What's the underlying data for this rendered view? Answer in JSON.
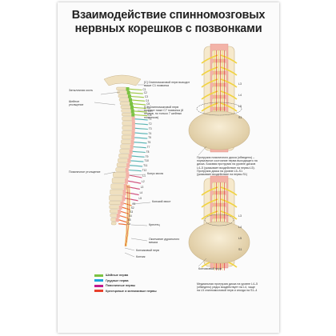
{
  "title": {
    "line1": "Взаимодействие спинномозговых",
    "line2": "нервных корешков с позвонками"
  },
  "labels": {
    "occipital_bone": "Затылочная кость",
    "cervical_enlargement": "Шейное утолщение",
    "c1_note": "[C] Спинномозговой нерв выходит выше С1 позвонка",
    "c8_note": "[C8 Спинномозговой нерв выходит ниже С7 позвонка (8 нервов, но только 7 шейных позвонков)",
    "lumbar_enlargement": "Поясничное утолщение",
    "conus": "Конус мозга",
    "cauda_equina": "Конский хвост",
    "sacrum": "Крестец",
    "dural_sac_end": "Окончание дурального мешка",
    "coccygeal_nerve": "Копчиковый нерв",
    "coccyx": "Копчик",
    "coccygeal_nerve_right": "Копчиковый нерв",
    "disc_note_top": "Протрузия поясничного диска (обведено) – нормальное состояние нерва выходящего на диска. Боковая протрузия на уровне дисков L4–5 (указывает воздействие на нервы L5). Протрузия диска на уровне L5–S1 (указывает воздействие на нервы S1)",
    "disc_note_bottom": "Медиальная протрузия диска на уровне L4–5 (обведено) редко воздействует на L4, чаще на L5 спинномозговой нерв и иногда на S1–4"
  },
  "vertebra_labels": {
    "cervical": [
      "C1",
      "C2",
      "C3",
      "C4",
      "C5",
      "C6",
      "C7",
      "C8"
    ],
    "thoracic": [
      "T1",
      "T2",
      "T3",
      "T4",
      "T5",
      "T6",
      "T7",
      "T8",
      "T9",
      "T10",
      "T11",
      "T12"
    ],
    "lumbar": [
      "L1",
      "L2",
      "L3",
      "L4",
      "L5"
    ],
    "sacral": [
      "S1",
      "S2",
      "S3",
      "S4",
      "S5"
    ],
    "coccygeal": [
      "Co"
    ]
  },
  "right_labels": {
    "top": [
      "L3",
      "L4",
      "L5",
      "S1"
    ],
    "bottom": [
      "L3",
      "L4",
      "L5",
      "S1"
    ]
  },
  "legend": [
    {
      "label": "Шейные нерва",
      "color": "#7bc242"
    },
    {
      "label": "Грудные нерва",
      "color": "#1aa5dd"
    },
    {
      "label": "Поясничные нервы",
      "color": "#c2198d"
    },
    {
      "label": "Крестцовые и копчиковые нервы",
      "color": "#e8402c"
    }
  ],
  "colors": {
    "bone": "#f0e3c2",
    "bone_edge": "#c9b58c",
    "cord": "#f3b3a8",
    "nerve_yellow": "#f1d33e",
    "nerve_red": "#d9362a"
  }
}
